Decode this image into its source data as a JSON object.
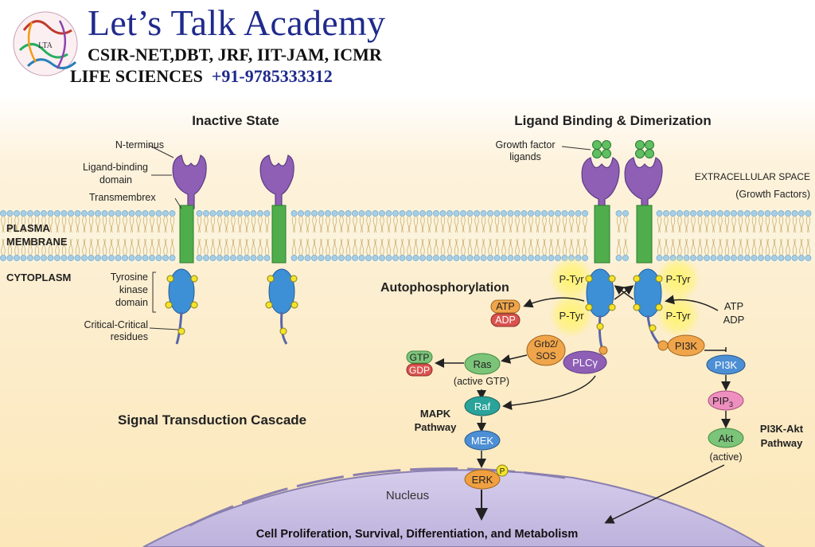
{
  "header": {
    "title": "Let’s Talk Academy",
    "exams": "CSIR-NET,DBT, JRF, IIT-JAM, ICMR",
    "subject": "LIFE SCIENCES",
    "phone": "+91-9785333312",
    "logo_text": "LTA"
  },
  "headings": {
    "inactive": "Inactive State",
    "ligand": "Ligand Binding & Dimerization",
    "cascade": "Signal Transduction Cascade",
    "autophos": "Autophosphorylation"
  },
  "regions": {
    "plasma": [
      "PLASMA",
      "MEMBRANE"
    ],
    "cytoplasm": "CYTOPLASM",
    "extracellular": "EXTRACELLULAR SPACE",
    "growth_factors": "(Growth Factors)",
    "nucleus": "Nucleus"
  },
  "receptor_labels": {
    "n_terminus": "N-terminus",
    "ligand_binding": [
      "Ligand-binding",
      "domain"
    ],
    "transmembrex": "Transmembrex",
    "tyrosine_kinase": [
      "Tyrosine",
      "kinase",
      "domain"
    ],
    "critical": [
      "Critical-Critical",
      "residues"
    ],
    "growth_factor": [
      "Growth factor",
      "ligands"
    ]
  },
  "badges": {
    "ptyr": "P-Tyr",
    "atp": "ATP",
    "adp": "ADP",
    "gtp": "GTP",
    "gdp": "GDP",
    "p": "P"
  },
  "proteins": {
    "grb2": [
      "Grb2/",
      "SOS"
    ],
    "plc": "PLCγ",
    "ras": "Ras",
    "ras_note": "(active GTP)",
    "raf": "Raf",
    "mek": "MEK",
    "erk": "ERK",
    "pi3k_bound": "PI3K",
    "pi3k": "PI3K",
    "pip3": "PIP",
    "pip3_sub": "3",
    "akt": "Akt",
    "akt_note": "(active)"
  },
  "pathways": {
    "mapk": [
      "MAPK",
      "Pathway"
    ],
    "pi3k_akt": [
      "PI3K-Akt",
      "Pathway"
    ]
  },
  "outcome": "Cell Proliferation, Survival, Differentiation, and Metabolism",
  "colors": {
    "title_blue": "#1f2a8c",
    "receptor_purple": "#8e5fb5",
    "tm_green": "#4fae4b",
    "kinase_blue": "#3d8fd6",
    "ptyr_yellow": "#f4e32c",
    "atp_orange": "#f0a54a",
    "adp_red": "#d9534f",
    "ras_green": "#7cc47a",
    "raf_teal": "#2aa39a",
    "mek_blue": "#4d8fd4",
    "erk_orange": "#f0a040",
    "nucleus_lilac": "#c8bfe3"
  }
}
